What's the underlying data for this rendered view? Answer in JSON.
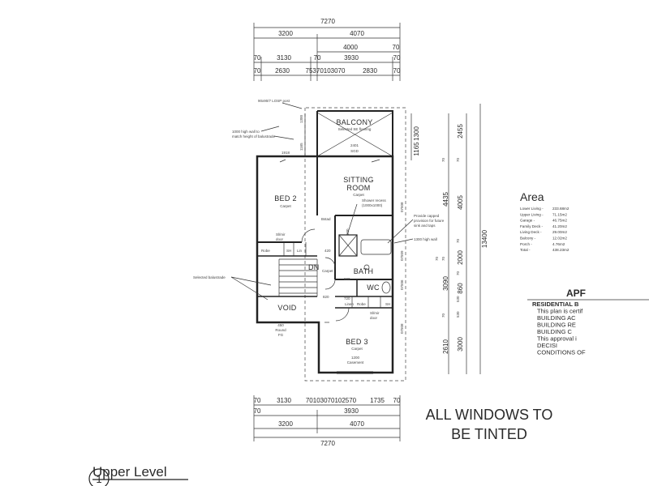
{
  "dims_top": {
    "overall": "7270",
    "row2": [
      "3200",
      "4070"
    ],
    "row3": [
      "4000",
      "70"
    ],
    "row4": [
      "70",
      "3130",
      "70",
      "3930",
      "70"
    ],
    "row5": [
      "70",
      "2630",
      "75370103070",
      "2830",
      "70"
    ]
  },
  "dims_bottom": {
    "row1": [
      "70",
      "3130",
      "70103070102570",
      "1735",
      "70"
    ],
    "row2": [
      "70",
      "3930"
    ],
    "row3": [
      "3200",
      "4070"
    ],
    "overall": "7270"
  },
  "dims_right": {
    "overall": "13400",
    "outer": [
      "2455",
      "4435",
      "3090",
      "2610"
    ],
    "inner": [
      "1165",
      "4005",
      "2000",
      "860",
      "3000"
    ],
    "small": [
      "70",
      "70",
      "70",
      "70",
      "70",
      "70",
      "530",
      "70",
      "530"
    ],
    "wall_tags": [
      "07508",
      "07509",
      "07506",
      "07508"
    ]
  },
  "dims_left": [
    "1300",
    "1165",
    "1918"
  ],
  "rooms": {
    "balcony": {
      "name": "BALCONY",
      "sub": "Selected SE flooring"
    },
    "sitting": {
      "name1": "SITTING",
      "name2": "ROOM",
      "sub": "Carpet"
    },
    "bed2": {
      "name": "BED 2",
      "sub": "Carpet"
    },
    "bath": {
      "name": "BATH"
    },
    "wc": {
      "name": "WC"
    },
    "bed3": {
      "name": "BED 3",
      "sub": "Carpet"
    },
    "void": {
      "name": "VOID"
    },
    "dn": "DN"
  },
  "labels": {
    "post": "90x90/7 LOSP post",
    "wall_note1": "1000 high wall to",
    "wall_note2": "match height of balustrade",
    "sgd_dim": "2401",
    "sgd": "SGD",
    "shower1": "Shower recess",
    "shower2": "(1000x1000)",
    "provide1": "Provide capped",
    "provide2": "provision for future",
    "provide3": "sink and taps",
    "high_wall": "1300 high wall",
    "robe": "Robe",
    "sh": "SH",
    "lin": "Lin",
    "slimir1": "Sl/mir",
    "slimir2": "door",
    "bstad": "Bstad",
    "carpet": "Carpet",
    "d820": "820",
    "d820b": "820",
    "d720": "720",
    "d420": "420",
    "d600": "600",
    "linen": "Linen",
    "robe2": "Robe",
    "sh2": "SH",
    "slimir3": "Sl/mir",
    "slimir4": "door",
    "balustrade": "Selected balustrade",
    "round1": "450",
    "round2": "Round",
    "round3": "FG",
    "casement1": "1200",
    "casement2": "Casement"
  },
  "area": {
    "title": "Area",
    "rows": [
      {
        "label": "Lower Living -",
        "value": "233.68m2"
      },
      {
        "label": "Upper Living -",
        "value": "71.15m2"
      },
      {
        "label": "Garage -",
        "value": "46.75m2"
      },
      {
        "label": "Family Deck -",
        "value": "41.20m2"
      },
      {
        "label": "Living Deck -",
        "value": "29.00m2"
      },
      {
        "label": "Balcony -",
        "value": "12.02m2"
      },
      {
        "label": "Porch -",
        "value": "4.76m2"
      },
      {
        "label": "Total -",
        "value": "438.23m2"
      }
    ]
  },
  "stamp": {
    "title": "APF",
    "lines": [
      "RESIDENTIAL B",
      "This plan is certif",
      "BUILDING AC",
      "BUILDING RE",
      "BUILDING C",
      "This approval i",
      "DECISI",
      "CONDITIONS OF"
    ]
  },
  "windows_note": {
    "line1": "ALL WINDOWS TO",
    "line2": "BE TINTED"
  },
  "view": {
    "number": "1",
    "title": "Upper Level"
  }
}
